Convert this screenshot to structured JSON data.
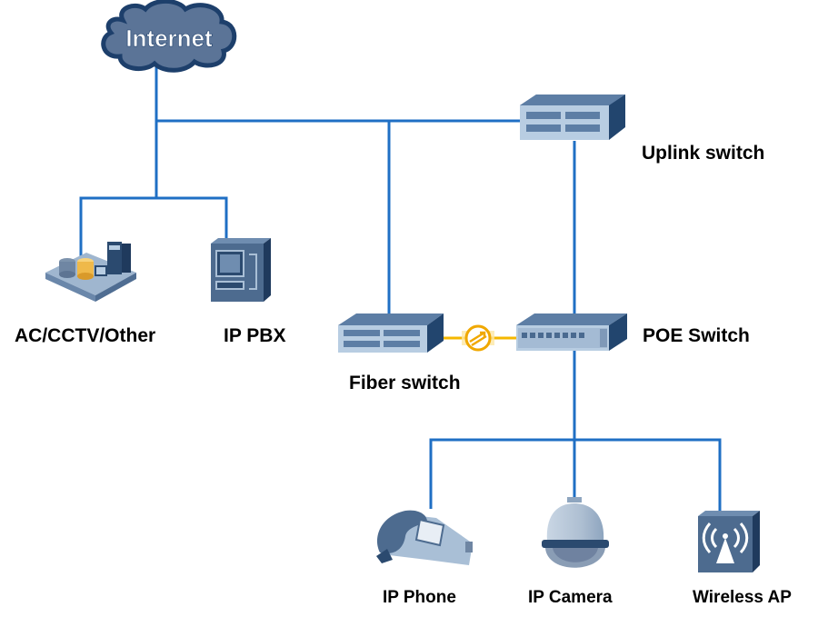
{
  "diagram": {
    "title": "Network topology",
    "colors": {
      "link": "#1f6fc4",
      "fiber_link": "#f5b700",
      "device_dark": "#2b4a6f",
      "device_mid": "#4d6b8f",
      "device_light": "#a9bfd6",
      "cloud_fill": "#5b7497",
      "cloud_border": "#1d3f6b"
    },
    "nodes": {
      "internet": {
        "label": "Internet",
        "icon": "cloud-icon"
      },
      "uplink_switch": {
        "label": "Uplink switch",
        "icon": "switch-icon"
      },
      "ac_cctv_other": {
        "label": "AC/CCTV/Other",
        "icon": "server-room-icon"
      },
      "ip_pbx": {
        "label": "IP PBX",
        "icon": "pbx-icon"
      },
      "fiber_switch": {
        "label": "Fiber switch",
        "icon": "switch-icon"
      },
      "poe_switch": {
        "label": "POE Switch",
        "icon": "switch-icon"
      },
      "ip_phone": {
        "label": "IP Phone",
        "icon": "phone-icon"
      },
      "ip_camera": {
        "label": "IP Camera",
        "icon": "dome-camera-icon"
      },
      "wireless_ap": {
        "label": "Wireless AP",
        "icon": "wireless-ap-icon"
      }
    },
    "links": [
      {
        "from": "internet",
        "to": "uplink_switch",
        "type": "ethernet"
      },
      {
        "from": "internet",
        "to": "ac_cctv_other",
        "type": "ethernet"
      },
      {
        "from": "internet",
        "to": "ip_pbx",
        "type": "ethernet"
      },
      {
        "from": "uplink_switch",
        "to": "fiber_switch",
        "type": "ethernet"
      },
      {
        "from": "uplink_switch",
        "to": "poe_switch",
        "type": "ethernet"
      },
      {
        "from": "fiber_switch",
        "to": "poe_switch",
        "type": "fiber",
        "icon": "optical-transceiver-icon"
      },
      {
        "from": "poe_switch",
        "to": "ip_phone",
        "type": "ethernet"
      },
      {
        "from": "poe_switch",
        "to": "ip_camera",
        "type": "ethernet"
      },
      {
        "from": "poe_switch",
        "to": "wireless_ap",
        "type": "ethernet"
      }
    ]
  }
}
